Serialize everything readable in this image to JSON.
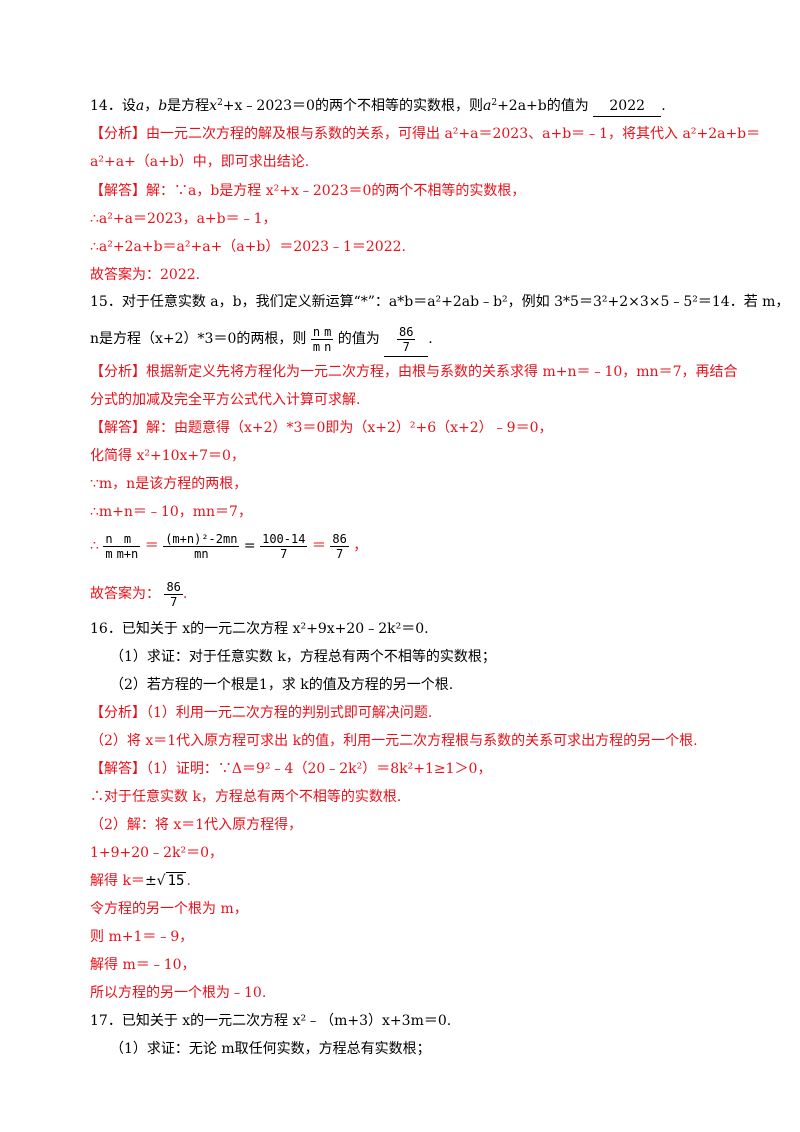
{
  "q14": {
    "stem_a": "14．设",
    "stem_b": "a",
    "stem_c": "，",
    "stem_d": "b",
    "stem_e": "是方程",
    "eq": "x",
    "eq_rest": "+x﹣2023＝0的两个不相等的实数根，则",
    "ask": "a",
    "ask_rest": "+2a+b的值为",
    "answer": "2022",
    "analysis_1": "【分析】由一元二次方程的解及根与系数的关系，可得出 a²+a＝2023、a+b＝﹣1，将其代入 a²+2a+b＝",
    "analysis_2": "a²+a+（a+b）中，即可求出结论.",
    "sol_1": "【解答】解：∵a，b是方程 x²+x﹣2023＝0的两个不相等的实数根，",
    "sol_2": "∴a²+a＝2023，a+b＝﹣1，",
    "sol_3": "∴a²+2a+b＝a²+a+（a+b）＝2023﹣1＝2022.",
    "sol_4": "故答案为：2022."
  },
  "q15": {
    "stem_1": "15．对于任意实数 a，b，我们定义新运算“*”：a*b＝a²+2ab﹣b²，例如 3*5＝3²+2×3×5﹣5²＝14．若 m，",
    "stem_2a": "n是方程（x+2）*3＝0的两根，则",
    "stem_2b": "的值为",
    "frac_n": "n",
    "frac_m": "m",
    "frac_mn": "m+n",
    "ans_num": "86",
    "ans_den": "7",
    "analysis_1": "【分析】根据新定义先将方程化为一元二次方程，由根与系数的关系求得 m+n＝﹣10，mn＝7，再结合",
    "analysis_2": "分式的加减及完全平方公式代入计算可求解.",
    "sol_1": "【解答】解：由题意得（x+2）*3＝0即为（x+2）²+6（x+2）﹣9＝0，",
    "sol_2": "化简得 x²+10x+7＝0，",
    "sol_3": "∵m，n是该方程的两根，",
    "sol_4": "∴m+n＝﹣10，mn＝7，",
    "sol_5_prefix": "∴",
    "sol_5_eq": "＝",
    "sol_5_num1": "(m+n)²-2mn",
    "sol_5_den1": "mn",
    "sol_5_num2": "100-14",
    "sol_5_den2": "7",
    "sol_5_eq2": "＝",
    "sol_5_num3": "86",
    "sol_5_den3": "7",
    "sol_5_tail": "，",
    "final_prefix": "故答案为：",
    "final_num": "86",
    "final_den": "7",
    "final_tail": "."
  },
  "q16": {
    "stem": "16．已知关于 x的一元二次方程 x²+9x+20﹣2k²＝0.",
    "p1": "（1）求证：对于任意实数 k，方程总有两个不相等的实数根；",
    "p2": "（2）若方程的一个根是1，求 k的值及方程的另一个根.",
    "analysis_1": "【分析】（1）利用一元二次方程的判别式即可解决问题.",
    "analysis_2": "（2）将 x＝1代入原方程可求出 k的值，利用一元二次方程根与系数的关系可求出方程的另一个根.",
    "sol_1": "【解答】（1）证明：∵Δ＝9²﹣4（20﹣2k²）＝8k²+1≥1＞0，",
    "sol_2": "∴对于任意实数 k，方程总有两个不相等的实数根.",
    "sol_3": "（2）解：将 x＝1代入原方程得，",
    "sol_4": "1+9+20﹣2k²＝0，",
    "sol_5a": "解得 k＝",
    "sol_5b": "±",
    "sol_5c": "15",
    "sol_5d": ".",
    "sol_6": "令方程的另一个根为 m，",
    "sol_7": "则 m+1＝﹣9，",
    "sol_8": "解得 m＝﹣10，",
    "sol_9": "所以方程的另一个根为﹣10."
  },
  "q17": {
    "stem": "17．已知关于 x的一元二次方程 x²﹣（m+3）x+3m＝0.",
    "p1": "（1）求证：无论 m取任何实数，方程总有实数根；"
  }
}
